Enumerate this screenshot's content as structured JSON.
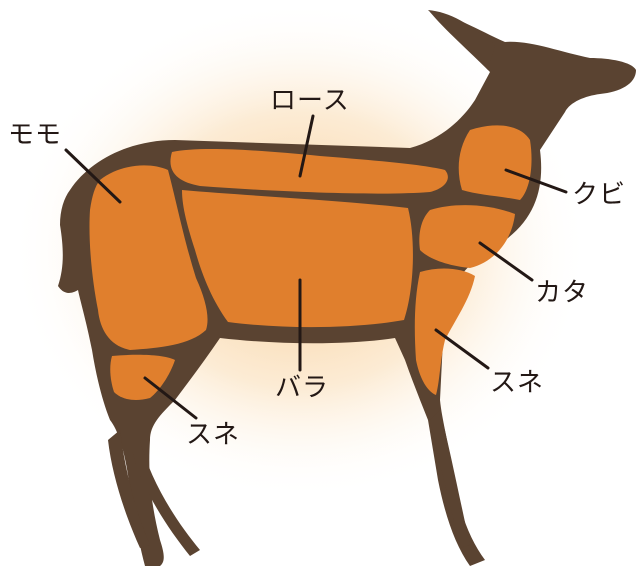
{
  "labels": {
    "rosu": "ロース",
    "momo": "モモ",
    "kubi": "クビ",
    "kata": "カタ",
    "sune_front": "スネ",
    "bara": "バラ",
    "sune_hind": "スネ"
  },
  "colors": {
    "body": "#5a4331",
    "cut": "#e07f2d",
    "glow": "#f6c98e",
    "leader": "#231815",
    "text": "#231815"
  }
}
